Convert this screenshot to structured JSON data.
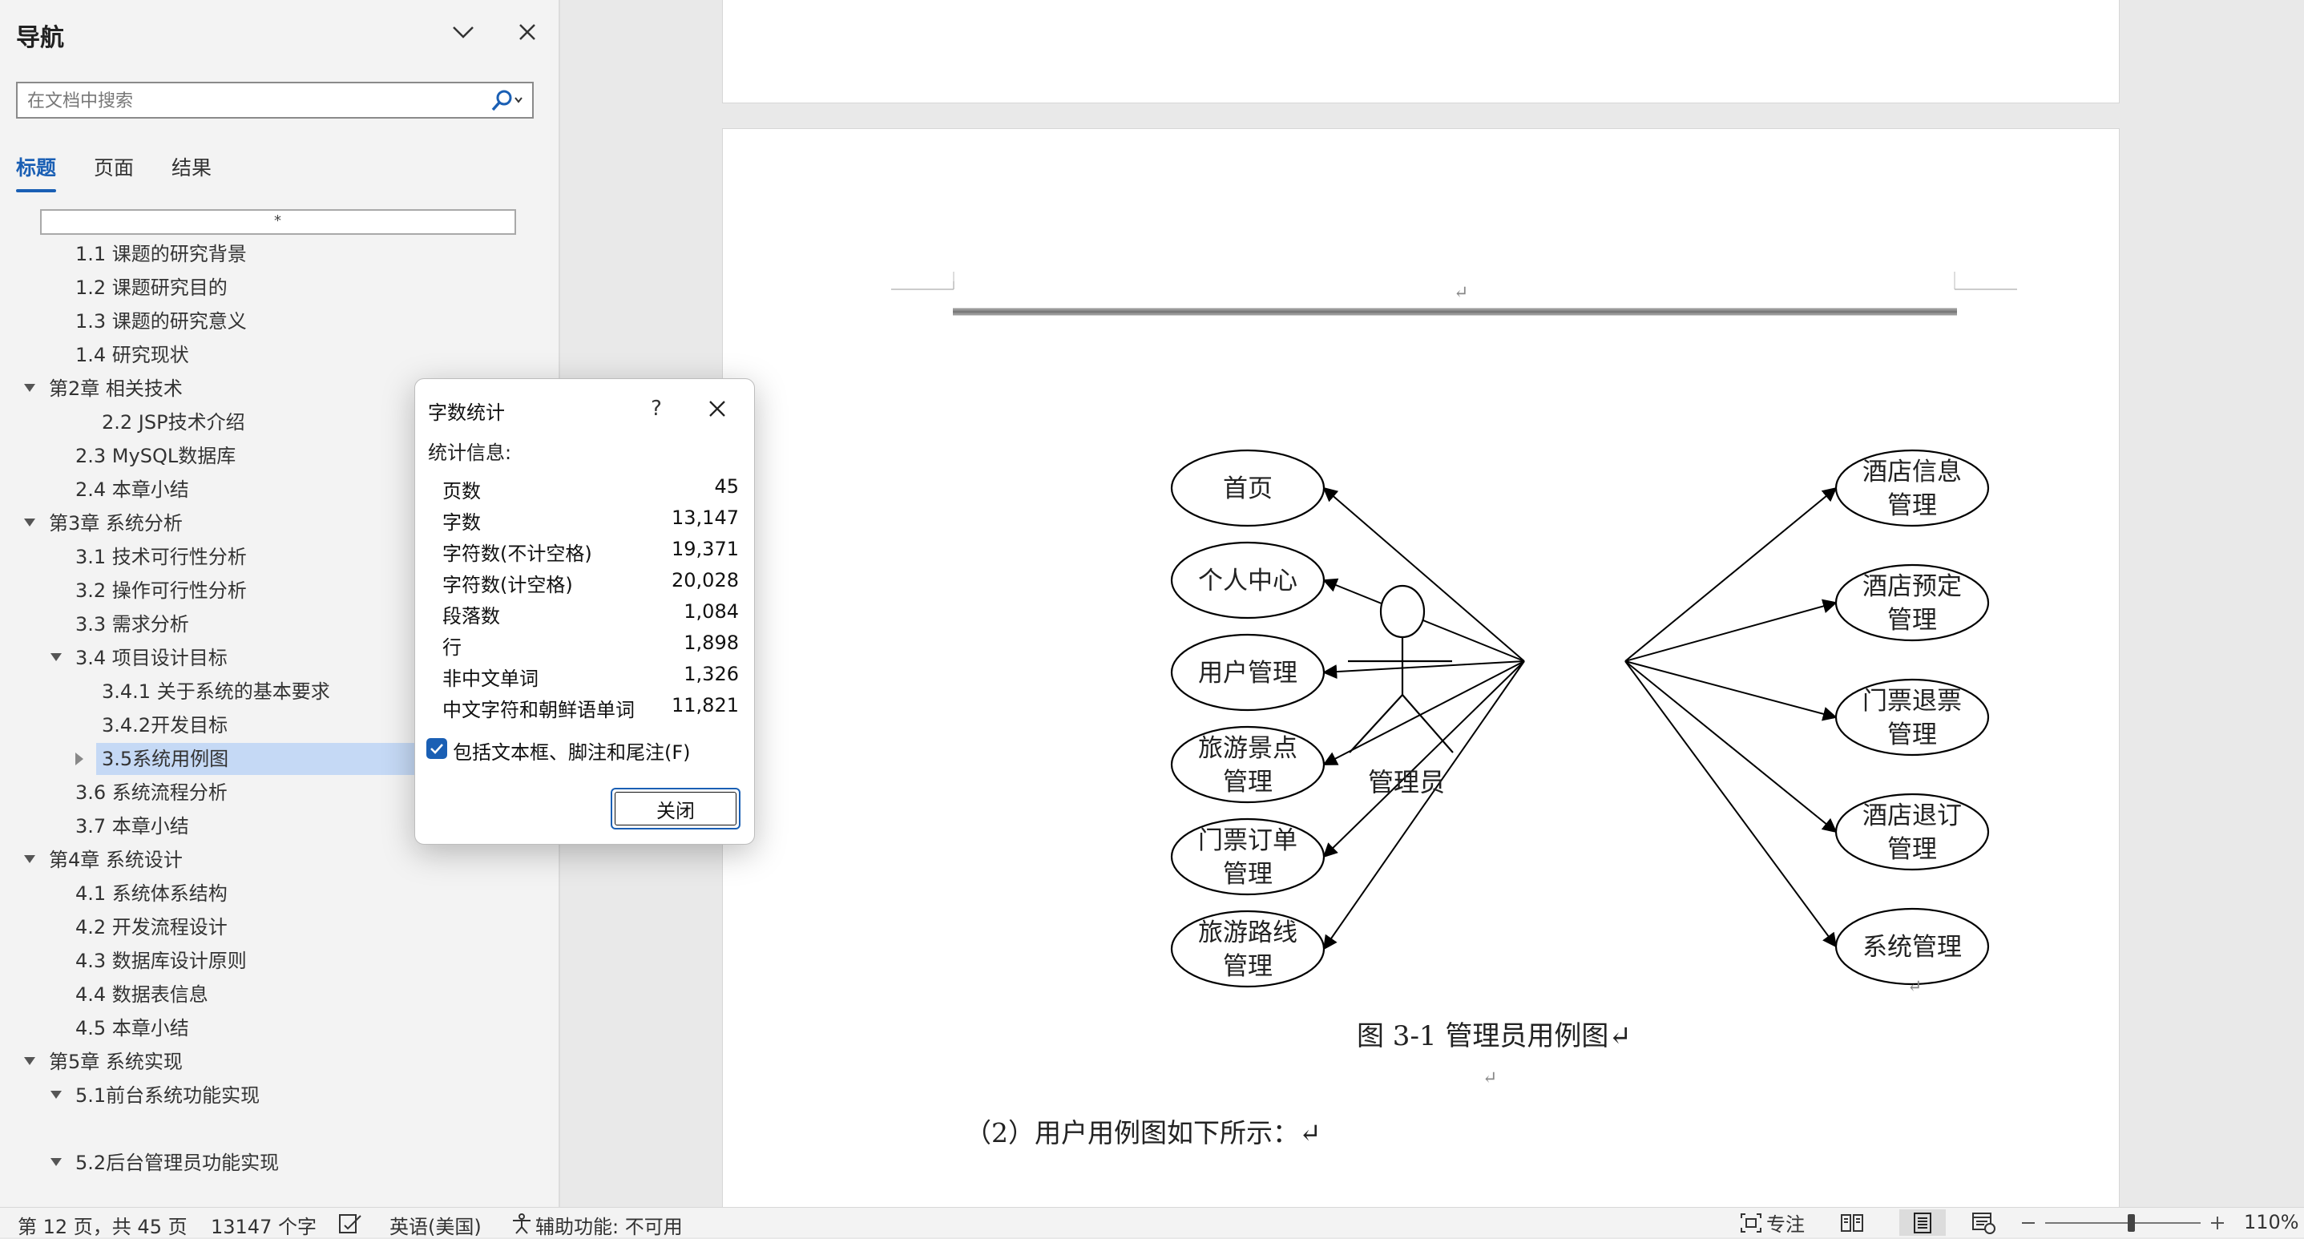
{
  "nav": {
    "title": "导航",
    "search_placeholder": "在文档中搜索",
    "tabs": [
      "标题",
      "页面",
      "结果"
    ],
    "collapsed_marker": "*",
    "items": [
      "1.1 课题的研究背景",
      "1.2 课题研究目的",
      "1.3 课题的研究意义",
      "1.4 研究现状",
      "第2章  相关技术",
      "2.2 JSP技术介绍",
      "2.3 MySQL数据库",
      "2.4 本章小结",
      "第3章  系统分析",
      "3.1 技术可行性分析",
      "3.2  操作可行性分析",
      "3.3 需求分析",
      "3.4 项目设计目标",
      "3.4.1 关于系统的基本要求",
      "3.4.2开发目标",
      "3.5系统用例图",
      "3.6 系统流程分析",
      "3.7  本章小结",
      "第4章  系统设计",
      "4.1 系统体系结构",
      "4.2  开发流程设计",
      "4.3  数据库设计原则",
      "4.4  数据表信息",
      "4.5  本章小结",
      "第5章  系统实现",
      "5.1前台系统功能实现",
      "5.2后台管理员功能实现"
    ]
  },
  "dialog": {
    "title": "字数统计",
    "help": "?",
    "section": "统计信息:",
    "rows": [
      {
        "label": "页数",
        "value": "45"
      },
      {
        "label": "字数",
        "value": "13,147"
      },
      {
        "label": "字符数(不计空格)",
        "value": "19,371"
      },
      {
        "label": "字符数(计空格)",
        "value": "20,028"
      },
      {
        "label": "段落数",
        "value": "1,084"
      },
      {
        "label": "行",
        "value": "1,898"
      },
      {
        "label": "非中文单词",
        "value": "1,326"
      },
      {
        "label": "中文字符和朝鲜语单词",
        "value": "11,821"
      }
    ],
    "checkbox_label": "包括文本框、脚注和尾注(F)",
    "checkbox_checked": true,
    "close_button": "关闭"
  },
  "document": {
    "para_mark": "↵",
    "diagram": {
      "actor": "管理员",
      "left_cases": [
        [
          "首页"
        ],
        [
          "个人中心"
        ],
        [
          "用户管理"
        ],
        [
          "旅游景点",
          "管理"
        ],
        [
          "门票订单",
          "管理"
        ],
        [
          "旅游路线",
          "管理"
        ]
      ],
      "right_cases": [
        [
          "酒店信息",
          "管理"
        ],
        [
          "酒店预定",
          "管理"
        ],
        [
          "门票退票",
          "管理"
        ],
        [
          "酒店退订",
          "管理"
        ],
        [
          "系统管理"
        ]
      ]
    },
    "caption": "图 3-1 管理员用例图↵",
    "paragraph": "（2）用户用例图如下所示：↵"
  },
  "status": {
    "page_info": "第 12 页，共 45 页",
    "word_count": "13147 个字",
    "language": "英语(美国)",
    "accessibility": "辅助功能: 不可用",
    "focus": "专注",
    "zoom": "110%",
    "zoom_level": 0.55
  }
}
